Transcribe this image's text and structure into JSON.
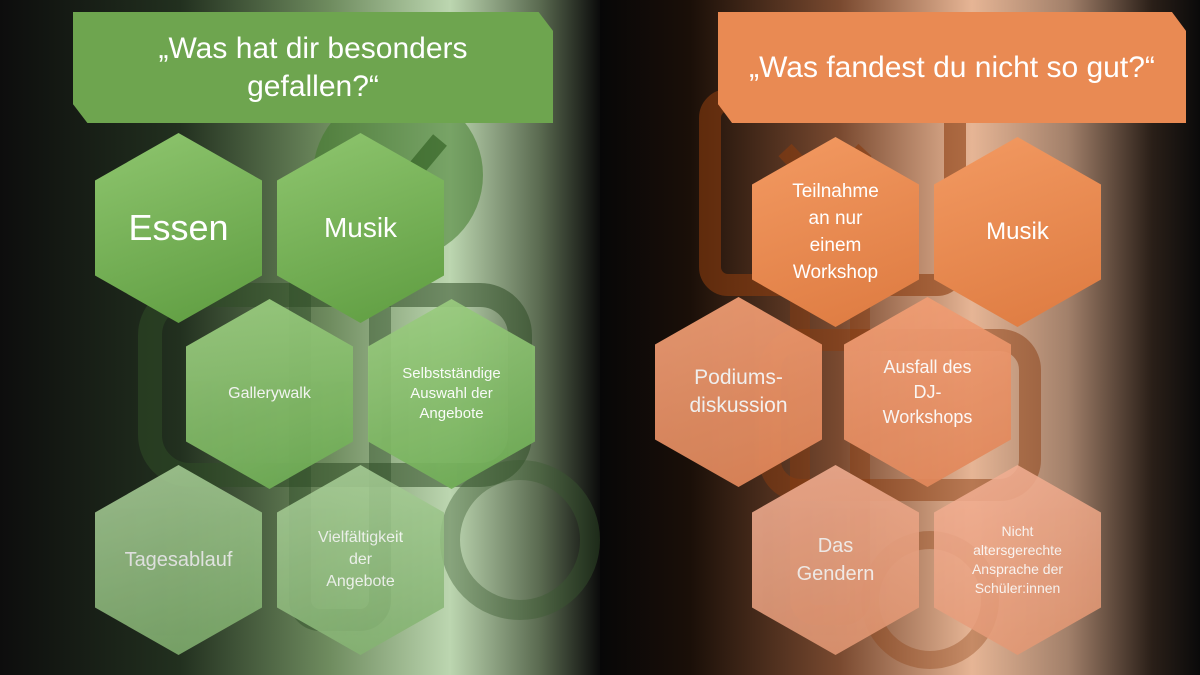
{
  "colors": {
    "green_accent": "#6ea54f",
    "orange_accent": "#e98a53"
  },
  "icons": {
    "left_background": "check-person-icon",
    "right_background": "x-person-icon"
  },
  "left": {
    "title": "„Was hat dir besonders gefallen?“",
    "hexagons": [
      "Essen",
      "Musik",
      "Gallerywalk",
      "Selbstständige\nAuswahl der\nAngebote",
      "Tagesablauf",
      "Vielfältigkeit\nder\nAngebote"
    ]
  },
  "right": {
    "title": "„Was fandest du nicht so gut?“",
    "hexagons": [
      "Teilnahme\nan nur\neinem\nWorkshop",
      "Musik",
      "Podiums-\ndiskussion",
      "Ausfall des\nDJ-\nWorkshops",
      "Das\nGendern",
      "Nicht\naltersgerechte\nAnsprache der\nSchüler:innen"
    ]
  }
}
